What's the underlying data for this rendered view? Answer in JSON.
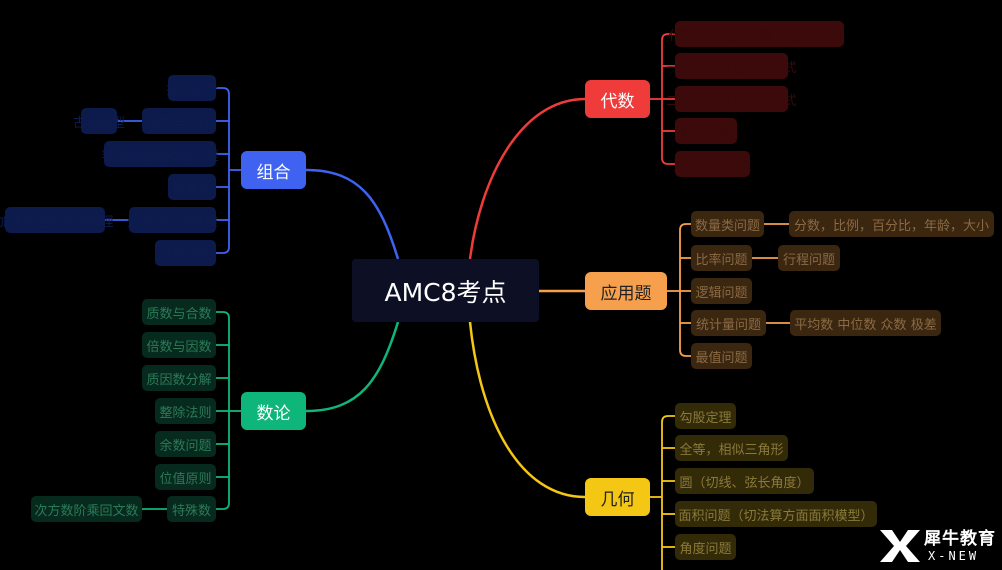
{
  "root": "AMC8考点",
  "algebra": {
    "label": "代数",
    "color": "#f03b3b",
    "items": [
      "代数式求值（代数式变形求值）",
      "一元一次方程与不等式",
      "二元一次方程与不等式",
      "数字规律",
      "整体代换求值"
    ]
  },
  "application": {
    "label": "应用题",
    "color": "#f6a04d",
    "items": [
      "数量类问题",
      "比率问题",
      "逻辑问题",
      "统计量问题",
      "最值问题"
    ],
    "sub1": "分数，比例，百分比，年龄，大小",
    "sub2": "行程问题",
    "sub4": "平均数 中位数 众数 极差"
  },
  "geometry": {
    "label": "几何",
    "color": "#f4c715",
    "items": [
      "勾股定理",
      "全等，相似三角形",
      "圆（切线、弦长角度）",
      "面积问题（切法算方面面积模型）",
      "角度问题"
    ]
  },
  "combinatorics": {
    "label": "组合",
    "color": "#3f63f0",
    "items": [
      "排列组合",
      "概率与统计",
      "容斥原理与抽屉原理",
      "枚举法",
      "分类讨论与递推",
      "几何计数"
    ],
    "sub_a": "古典概型",
    "sub_b": "加法原理与乘法原理"
  },
  "number_theory": {
    "label": "数论",
    "color": "#0fb67a",
    "items": [
      "质数与合数",
      "倍数与因数",
      "质因数分解",
      "整除法则",
      "余数问题",
      "位值原则",
      "特殊数"
    ],
    "sub": "次方数阶乘回文数"
  },
  "logo": {
    "name": "犀牛教育",
    "sub": "X-NEW"
  }
}
